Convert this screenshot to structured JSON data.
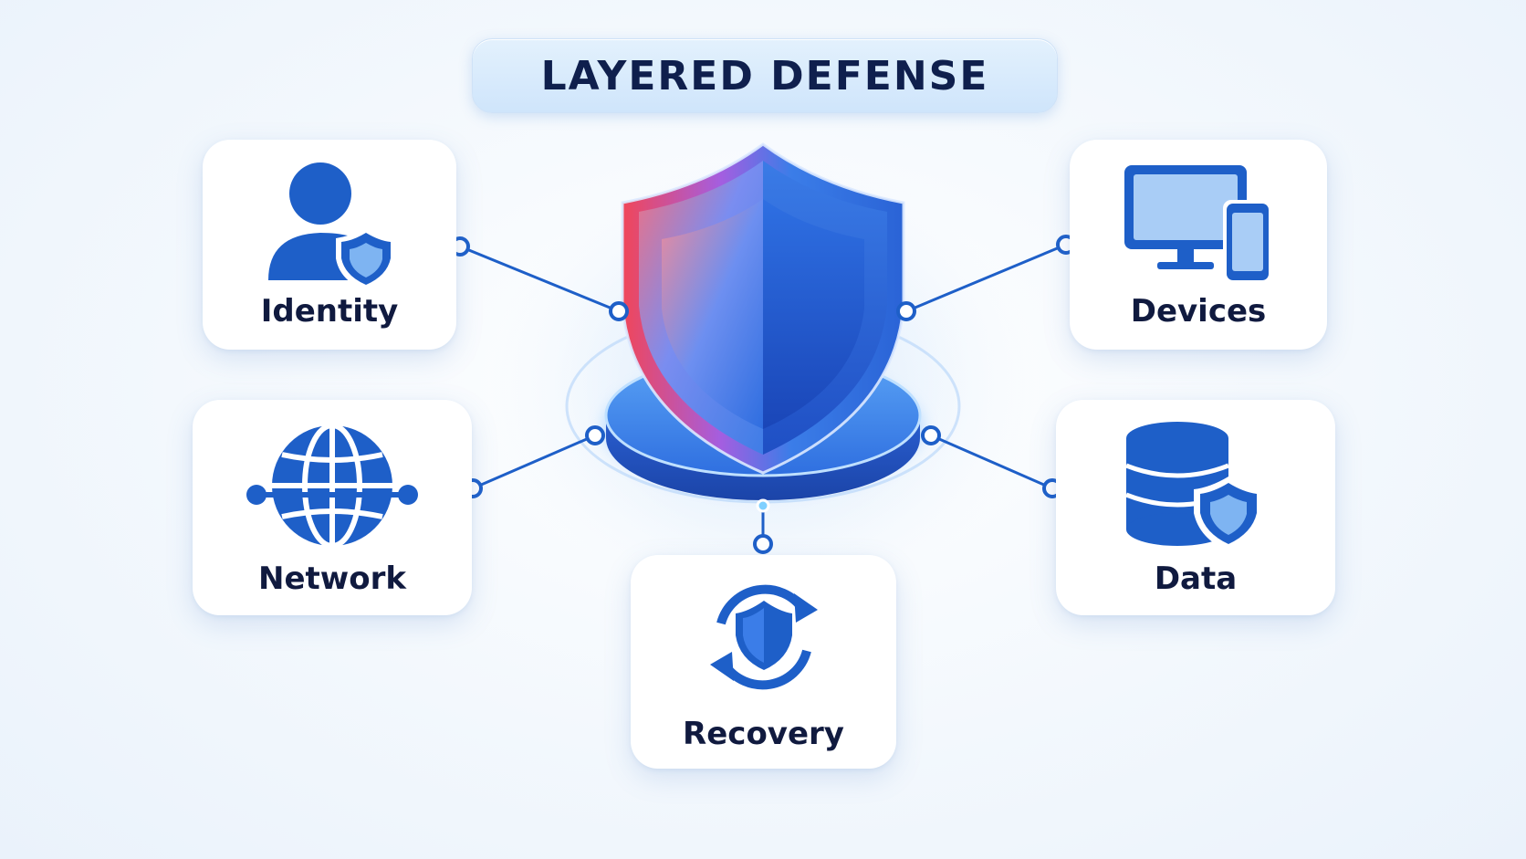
{
  "title": "LAYERED DEFENSE",
  "nodes": [
    {
      "id": "identity",
      "label": "Identity",
      "icon": "user-shield-icon"
    },
    {
      "id": "devices",
      "label": "Devices",
      "icon": "monitor-phone-icon"
    },
    {
      "id": "network",
      "label": "Network",
      "icon": "globe-network-icon"
    },
    {
      "id": "data",
      "label": "Data",
      "icon": "database-shield-icon"
    },
    {
      "id": "recovery",
      "label": "Recovery",
      "icon": "shield-refresh-icon"
    }
  ],
  "center": {
    "icon": "shield-icon"
  },
  "colors": {
    "primary": "#1e5fc8",
    "accent_red": "#f04a5a",
    "title_text": "#0f1f4d",
    "background": "#f3f8fd"
  }
}
